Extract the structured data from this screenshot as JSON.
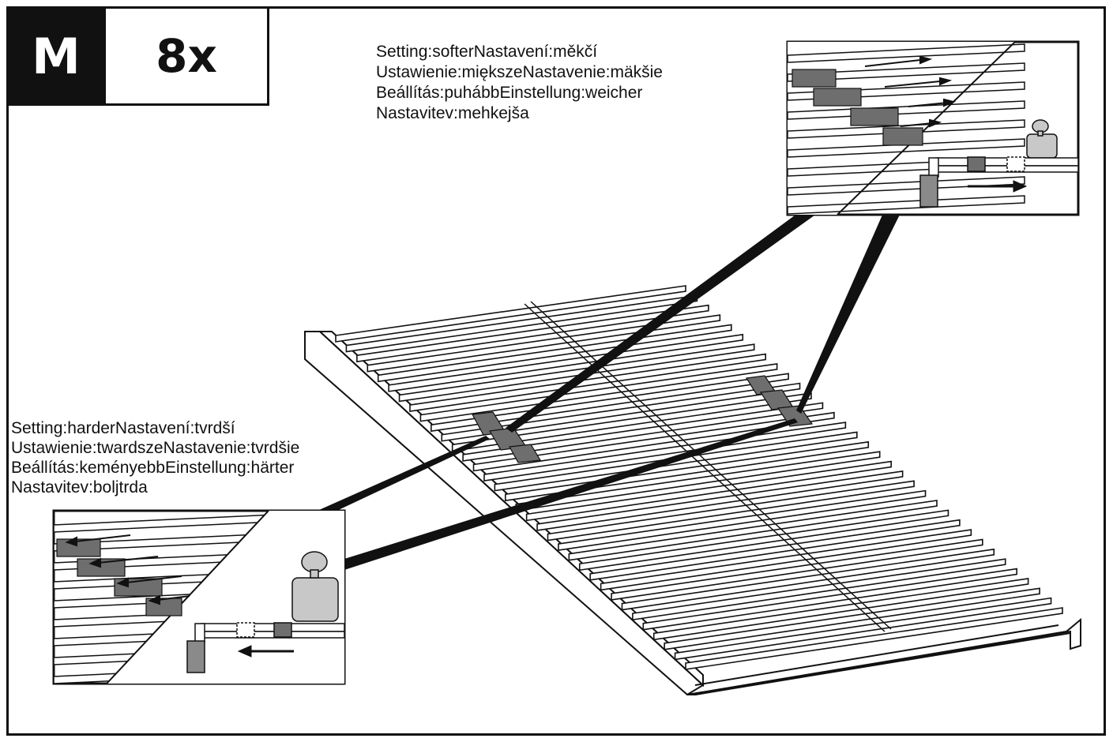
{
  "step": {
    "letter": "M",
    "quantity": "8x"
  },
  "softer_note": {
    "lines": [
      "Setting:softerNastavení:měkčí",
      "Ustawienie:miększeNastavenie:mäkšie",
      "Beállítás:puhábbEinstellung:weicher",
      "Nastavitev:mehkejša"
    ]
  },
  "harder_note": {
    "lines": [
      "Setting:harderNastavení:tvrdší",
      "Ustawienie:twardszeNastavenie:tvrdšie",
      "Beállítás:keményebbEinstellung:härter",
      "Nastavitev:boljtrda"
    ]
  },
  "colors": {
    "ink": "#111111",
    "slider": "#6e6e6e",
    "paper": "#ffffff"
  },
  "icons": [
    "arrow-right-icon",
    "arrow-left-icon",
    "bed-frame-illustration",
    "person-icon"
  ]
}
